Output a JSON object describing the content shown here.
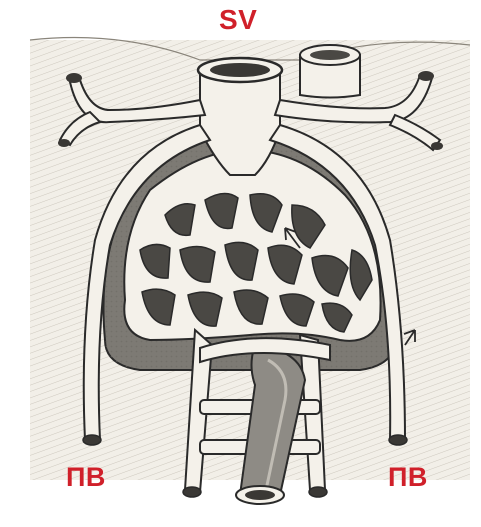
{
  "labels": {
    "top": "SV",
    "left": "ПВ",
    "right": "ПВ"
  },
  "colors": {
    "label": "#d0202a",
    "ink": "#2a2a2a",
    "tissue": "#ece7dc",
    "shade": "#8d8a84",
    "vessel": "#f4f1ea"
  }
}
